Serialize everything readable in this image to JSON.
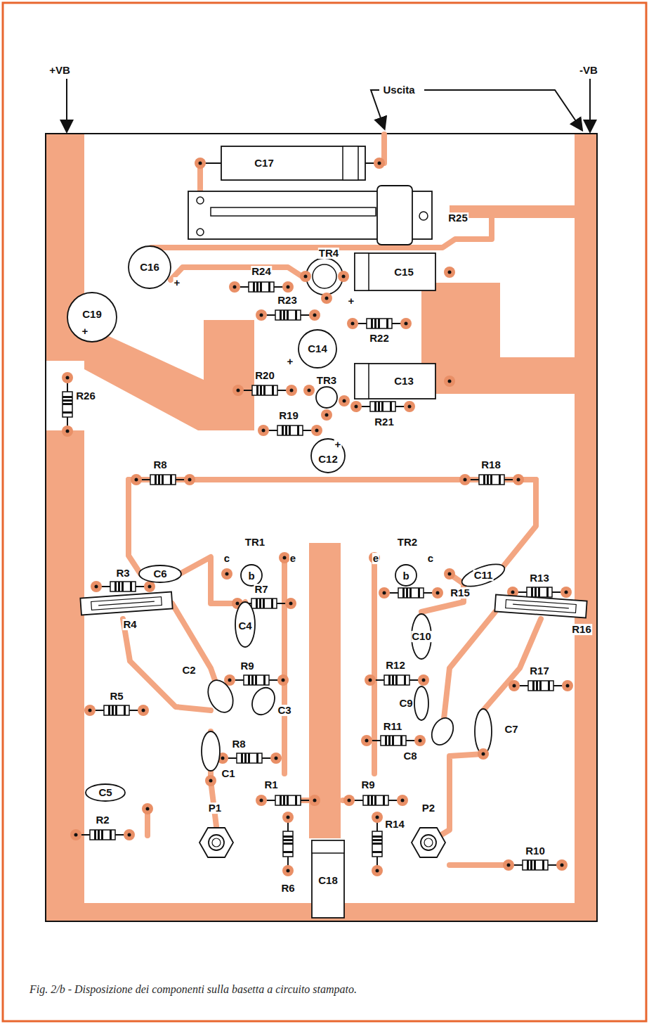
{
  "diagram": {
    "caption": "Fig. 2/b - Disposizione dei componenti sulla basetta a circuito stampato.",
    "labels": [
      "+VB",
      "Uscita",
      "-VB",
      "C17",
      "R25",
      "TR4",
      "C16",
      "+",
      "R24",
      "C15",
      "+",
      "C19",
      "+",
      "R23",
      "R22",
      "C14",
      "+",
      "R26",
      "R20",
      "TR3",
      "C13",
      "R19",
      "R21",
      "+",
      "C12",
      "R8",
      "R18",
      "TR1",
      "c",
      "b",
      "e",
      "TR2",
      "e",
      "b",
      "c",
      "C6",
      "C11",
      "R3",
      "R7",
      "R15",
      "R13",
      "R4",
      "R16",
      "C4",
      "C10",
      "C2",
      "R9",
      "R12",
      "R17",
      "R5",
      "C3",
      "C9",
      "C7",
      "R11",
      "C8",
      "R8",
      "C1",
      "R1",
      "R9",
      "C5",
      "P1",
      "P2",
      "R2",
      "R10",
      "R6",
      "C18",
      "R14"
    ]
  }
}
